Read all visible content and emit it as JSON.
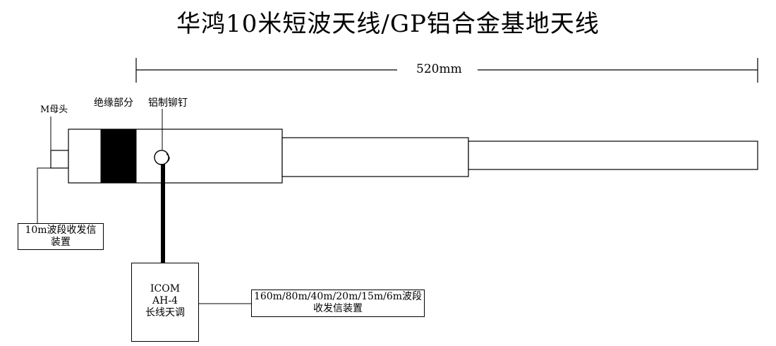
{
  "title": "华鸿10米短波天线/GP铝合金基地天线",
  "dimension": {
    "label": "520mm"
  },
  "labels": {
    "connector": "M母头",
    "insulation": "绝缘部分",
    "rivet": "铝制铆钉"
  },
  "radio_10m": {
    "line1": "10m波段收发信",
    "line2": "装置"
  },
  "tuner": {
    "line1": "ICOM",
    "line2": "AH-4",
    "line3": "长线天调"
  },
  "radio_multi": {
    "line1": "160m/80m/40m/20m/15m/6m波段",
    "line2": "收发信装置"
  }
}
